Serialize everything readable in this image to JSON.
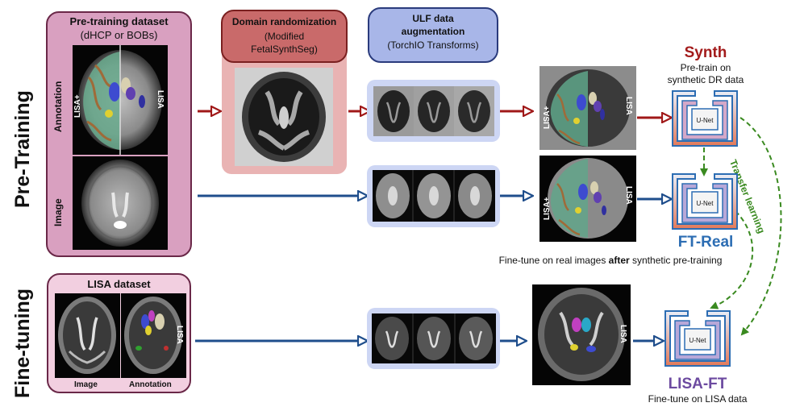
{
  "stages": {
    "pretraining": "Pre-Training",
    "finetuning": "Fine-tuning"
  },
  "pretrain_dataset": {
    "title": "Pre-training dataset",
    "subtitle": "(dHCP or BOBs)",
    "annotation_label": "Annotation",
    "image_label": "Image",
    "lisa_plus": "LISA+",
    "lisa": "LISA"
  },
  "domain_randomization": {
    "title": "Domain randomization",
    "line1": "(Modified",
    "line2": "FetalSynthSeg)"
  },
  "ulf_augmentation": {
    "title_line1": "ULF data",
    "title_line2": "augmentation",
    "subtitle": "(TorchIO Transforms)"
  },
  "lisa_dataset": {
    "title": "LISA dataset",
    "image_caption": "Image",
    "annotation_caption": "Annotation",
    "lisa": "LISA"
  },
  "models": {
    "synth": {
      "name": "Synth",
      "desc_line1": "Pre-train on",
      "desc_line2": "synthetic DR data",
      "unet": "U-Net"
    },
    "ftreal": {
      "name": "FT-Real",
      "unet": "U-Net",
      "caption_pre": "Fine-tune on real images ",
      "caption_bold": "after",
      "caption_post": " synthetic pre-training"
    },
    "lisaft": {
      "name": "LISA-FT",
      "desc": "Fine-tune on LISA data",
      "unet": "U-Net"
    }
  },
  "output_labels": {
    "synth_left": "LISA+",
    "synth_right": "LISA",
    "ftreal_left": "LISA+",
    "ftreal_right": "LISA",
    "lisaft_right": "LISA"
  },
  "transfer_learning": "Transfer learning",
  "colors": {
    "red_arrow": "#a01818",
    "blue_arrow": "#1f4e8c",
    "green_dashed": "#3a8a20",
    "synth": "#a31b1b",
    "ftreal": "#2c6db3",
    "lisaft": "#6c4aa0"
  }
}
